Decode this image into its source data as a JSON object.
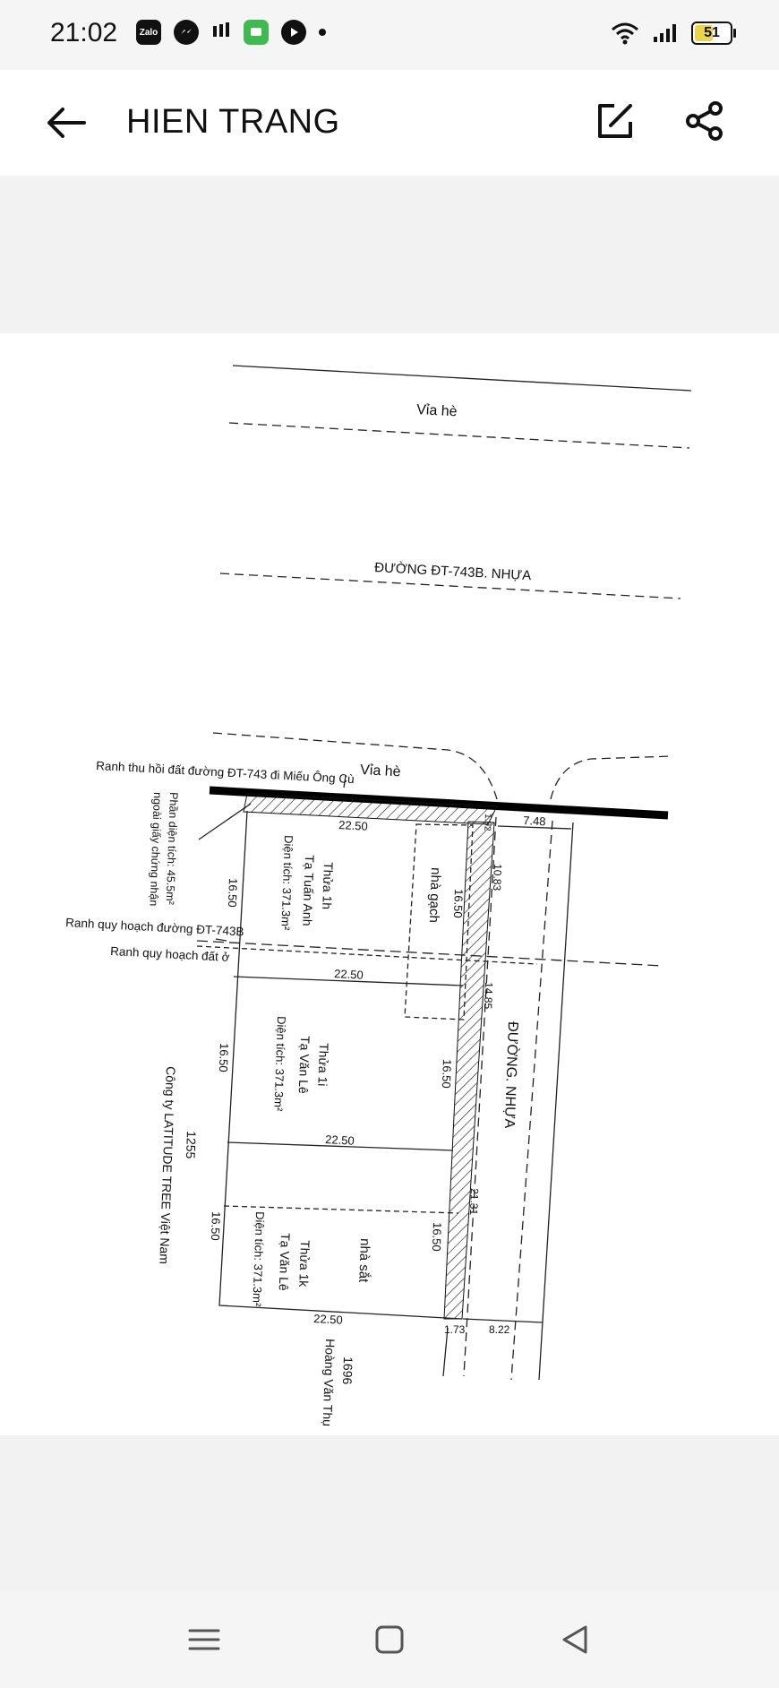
{
  "status": {
    "time": "21:02",
    "battery": "51",
    "app_icons": [
      "zalo-icon",
      "messenger-icon",
      "signal-bars-icon",
      "chat-icon",
      "play-icon"
    ]
  },
  "header": {
    "title": "HIEN TRANG"
  },
  "plan": {
    "sidewalk_top": "Vỉa hè",
    "road_top": "ĐƯỜNG ĐT-743B. NHỰA",
    "sidewalk_bottom": "Vỉa hè",
    "boundary_recovery": "Ranh thu hồi đất đường ĐT-743 đi Miếu Ông Cù",
    "area_outside_1": "Phần diện tích: 45.5m²",
    "area_outside_2": "ngoài giấy chứng nhận",
    "planning_road": "Ranh quy hoạch đường ĐT-743B",
    "planning_residential": "Ranh quy hoạch đất ở",
    "company_name": "Công ty LATITUDE TREE Việt Nam",
    "parcel_1255": "1255",
    "neighbor_num": "1696",
    "neighbor_name": "Hoàng Văn Thụ",
    "road_side": "ĐƯỜNG. NHỰA",
    "house_brick": "nhà gạch",
    "house_iron": "nhà sắt",
    "lot_1h_name": "Thửa 1h",
    "lot_1h_owner": "Tạ Tuấn Anh",
    "lot_1h_area": "Diện tích: 371.3m²",
    "lot_1i_name": "Thửa 1i",
    "lot_1i_owner": "Tạ Văn Lê",
    "lot_1i_area": "Diện tích: 371.3m²",
    "lot_1k_name": "Thửa 1k",
    "lot_1k_owner": "Tạ Văn Lê",
    "lot_1k_area": "Diện tích: 371.3m²",
    "dim_2250_a": "22.50",
    "dim_2250_b": "22.50",
    "dim_2250_c": "22.50",
    "dim_2250_d": "22.50",
    "dim_1650_left_a": "16.50",
    "dim_1650_left_b": "16.50",
    "dim_1650_left_c": "16.50",
    "dim_1650_right_a": "16.50",
    "dim_1650_right_b": "16.50",
    "dim_1650_right_c": "16.50",
    "dim_748": "7.48",
    "dim_1083": "10.83",
    "dim_1485": "14.85",
    "dim_2131": "21.31",
    "dim_173": "1.73",
    "dim_822": "8.22",
    "dim_192": "1.92"
  },
  "nav": {
    "icons": [
      "menu-icon",
      "home-square-icon",
      "back-triangle-icon"
    ]
  }
}
